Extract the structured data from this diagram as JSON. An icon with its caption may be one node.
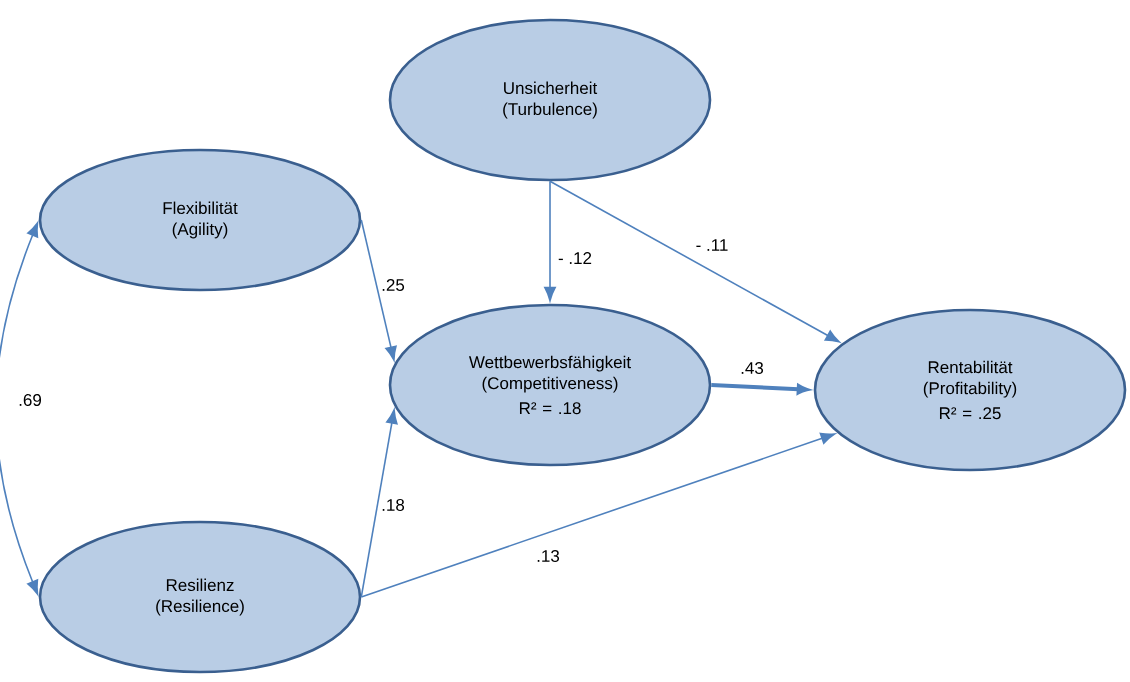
{
  "diagram": {
    "nodes": [
      {
        "text": [
          "Flexibilität (Agility)"
        ]
      },
      {
        "text": [
          "Unsicherheit (Turbulence)"
        ]
      },
      {
        "text": [
          "Wettbewerbsfähigkeit (Competitiveness)",
          "R² = .18"
        ]
      },
      {
        "text": [
          "Rentabilität (Profitability)",
          "R² = .25"
        ]
      },
      {
        "text": [
          "Resilienz (Resilience)"
        ]
      }
    ],
    "edges": [
      {
        "from": 0,
        "to": 4,
        "arrow": "both",
        "label": ".69"
      },
      {
        "from": 0,
        "to": 2,
        "arrow": "to",
        "label": ".25"
      },
      {
        "from": 4,
        "to": 2,
        "arrow": "to",
        "label": ".18"
      },
      {
        "from": 1,
        "to": 2,
        "arrow": "to",
        "label": "- .12"
      },
      {
        "from": 1,
        "to": 3,
        "arrow": "to",
        "label": "- .11"
      },
      {
        "from": 2,
        "to": 3,
        "arrow": "to",
        "label": ".43",
        "style": "thick"
      },
      {
        "from": 4,
        "to": 3,
        "arrow": "to",
        "label": ".13"
      }
    ]
  }
}
